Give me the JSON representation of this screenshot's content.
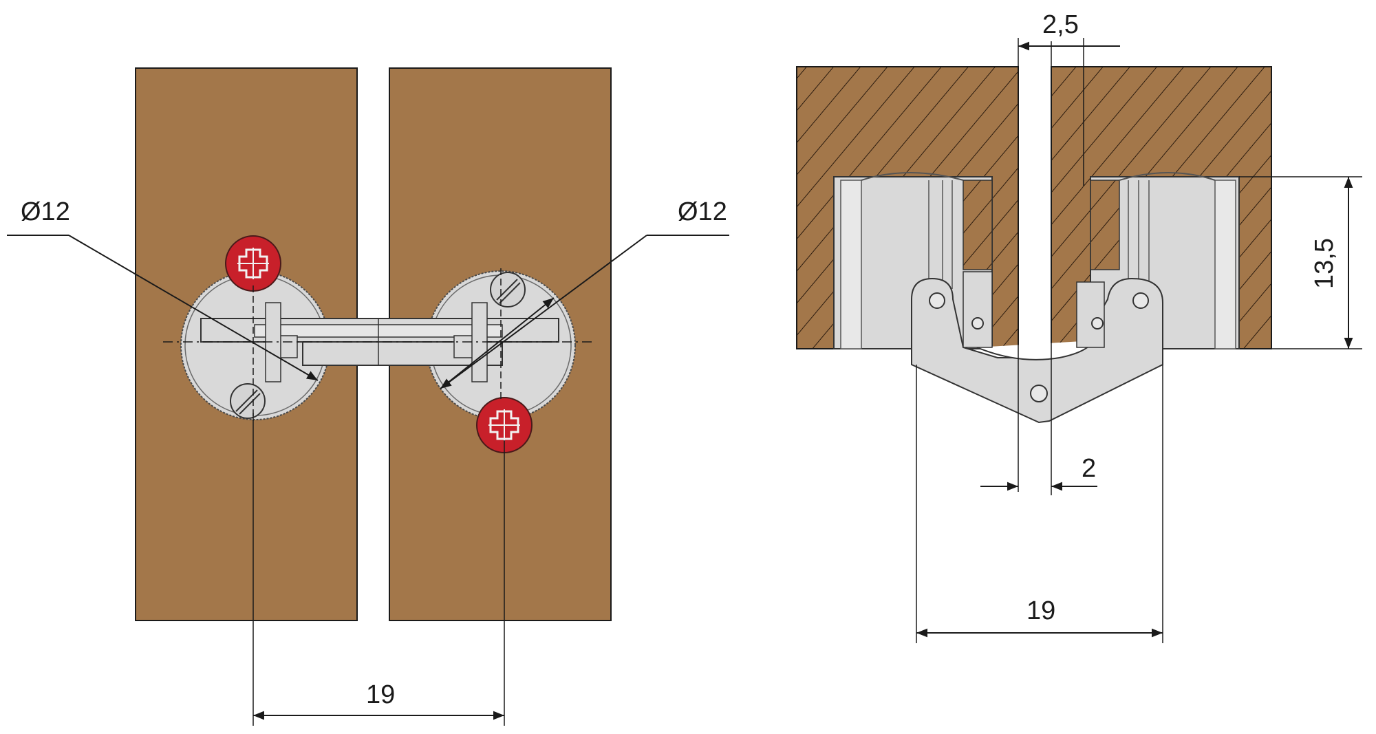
{
  "front_view": {
    "diameter_left": "Ø12",
    "diameter_right": "Ø12",
    "screw_spacing": "19"
  },
  "section_view": {
    "gap_top": "2,5",
    "gap_bottom": "2",
    "depth": "13,5",
    "width": "19"
  },
  "colors": {
    "wood": "#a3774a",
    "metal": "#d9d9d9",
    "screw": "#c8202a",
    "line": "#1a1a1a"
  }
}
